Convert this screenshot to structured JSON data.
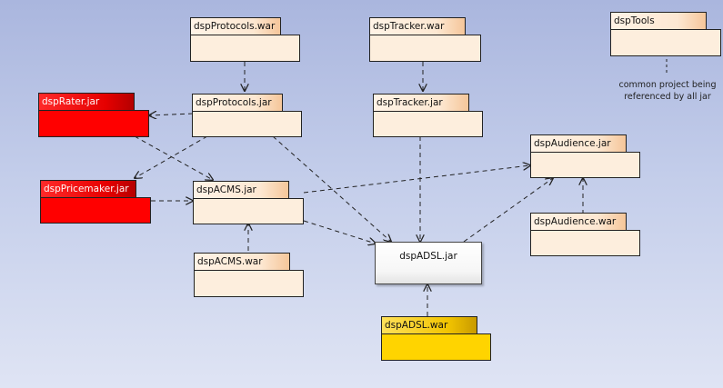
{
  "packages": {
    "dspProtocols_war": "dspProtocols.war",
    "dspTracker_war": "dspTracker.war",
    "dspTools": "dspTools",
    "dspRater_jar": "dspRater.jar",
    "dspProtocols_jar": "dspProtocols.jar",
    "dspTracker_jar": "dspTracker.jar",
    "dspAudience_jar": "dspAudience.jar",
    "dspPricemaker_jar": "dspPricemaker.jar",
    "dspACMS_jar": "dspACMS.jar",
    "dspAudience_war": "dspAudience.war",
    "dspACMS_war": "dspACMS.war",
    "dspADSL_war": "dspADSL.war"
  },
  "classes": {
    "dspADSL_jar": "dspADSL.jar"
  },
  "note": {
    "line1": "common project being",
    "line2": "referenced by all jar"
  },
  "colors": {
    "package_fill": "#fdeedd",
    "red_fill": "#ff0000",
    "gold_fill": "#ffd400",
    "arrow": "#222222"
  }
}
